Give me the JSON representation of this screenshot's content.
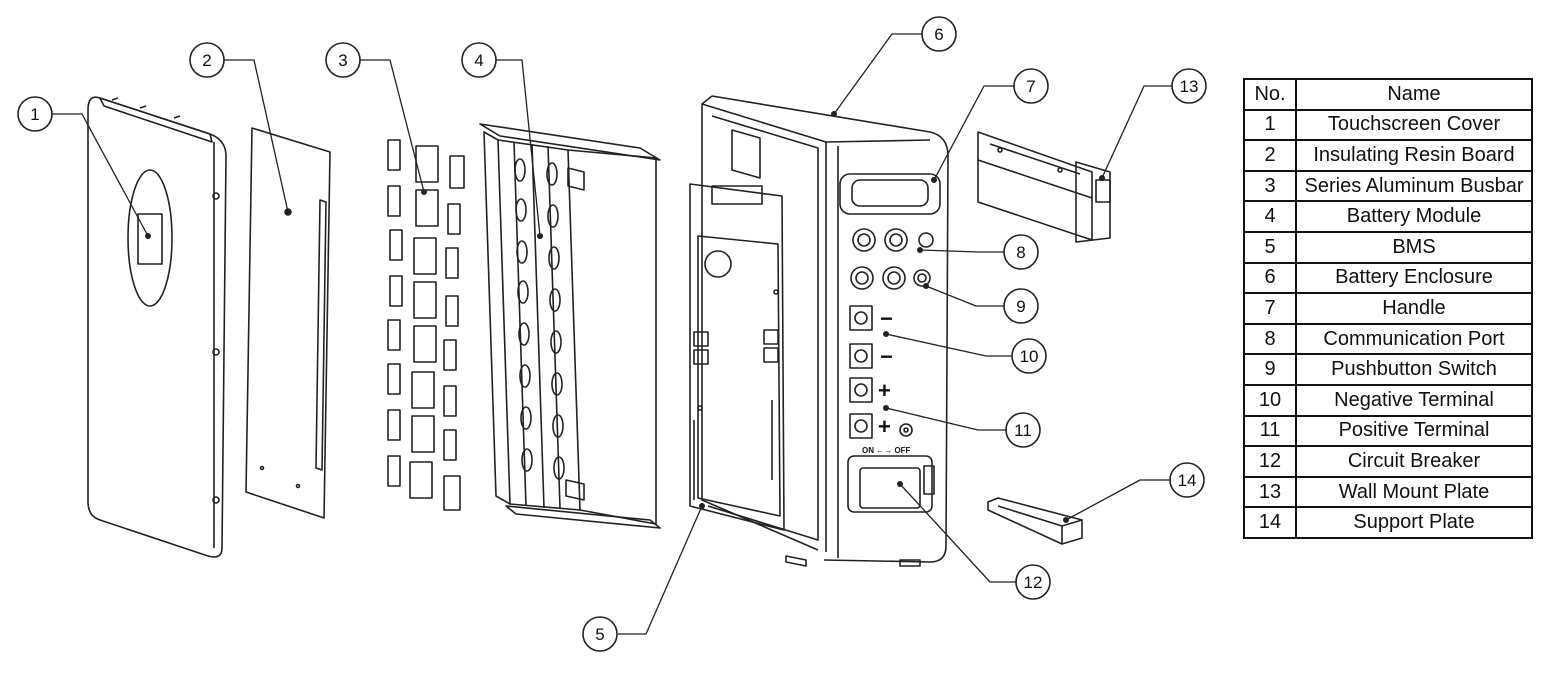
{
  "table": {
    "headers": {
      "no": "No.",
      "name": "Name"
    },
    "rows": [
      {
        "no": "1",
        "name": "Touchscreen Cover"
      },
      {
        "no": "2",
        "name": "Insulating Resin Board"
      },
      {
        "no": "3",
        "name": "Series Aluminum Busbar"
      },
      {
        "no": "4",
        "name": "Battery Module"
      },
      {
        "no": "5",
        "name": "BMS"
      },
      {
        "no": "6",
        "name": "Battery Enclosure"
      },
      {
        "no": "7",
        "name": "Handle"
      },
      {
        "no": "8",
        "name": "Communication Port"
      },
      {
        "no": "9",
        "name": "Pushbutton Switch"
      },
      {
        "no": "10",
        "name": "Negative Terminal"
      },
      {
        "no": "11",
        "name": "Positive Terminal"
      },
      {
        "no": "12",
        "name": "Circuit Breaker"
      },
      {
        "no": "13",
        "name": "Wall Mount Plate"
      },
      {
        "no": "14",
        "name": "Support Plate"
      }
    ]
  },
  "callouts": [
    "1",
    "2",
    "3",
    "4",
    "5",
    "6",
    "7",
    "8",
    "9",
    "10",
    "11",
    "12",
    "13",
    "14"
  ],
  "panel": {
    "minus_sign": "−",
    "plus_sign": "+",
    "breaker_label": "ON ←→ OFF"
  }
}
